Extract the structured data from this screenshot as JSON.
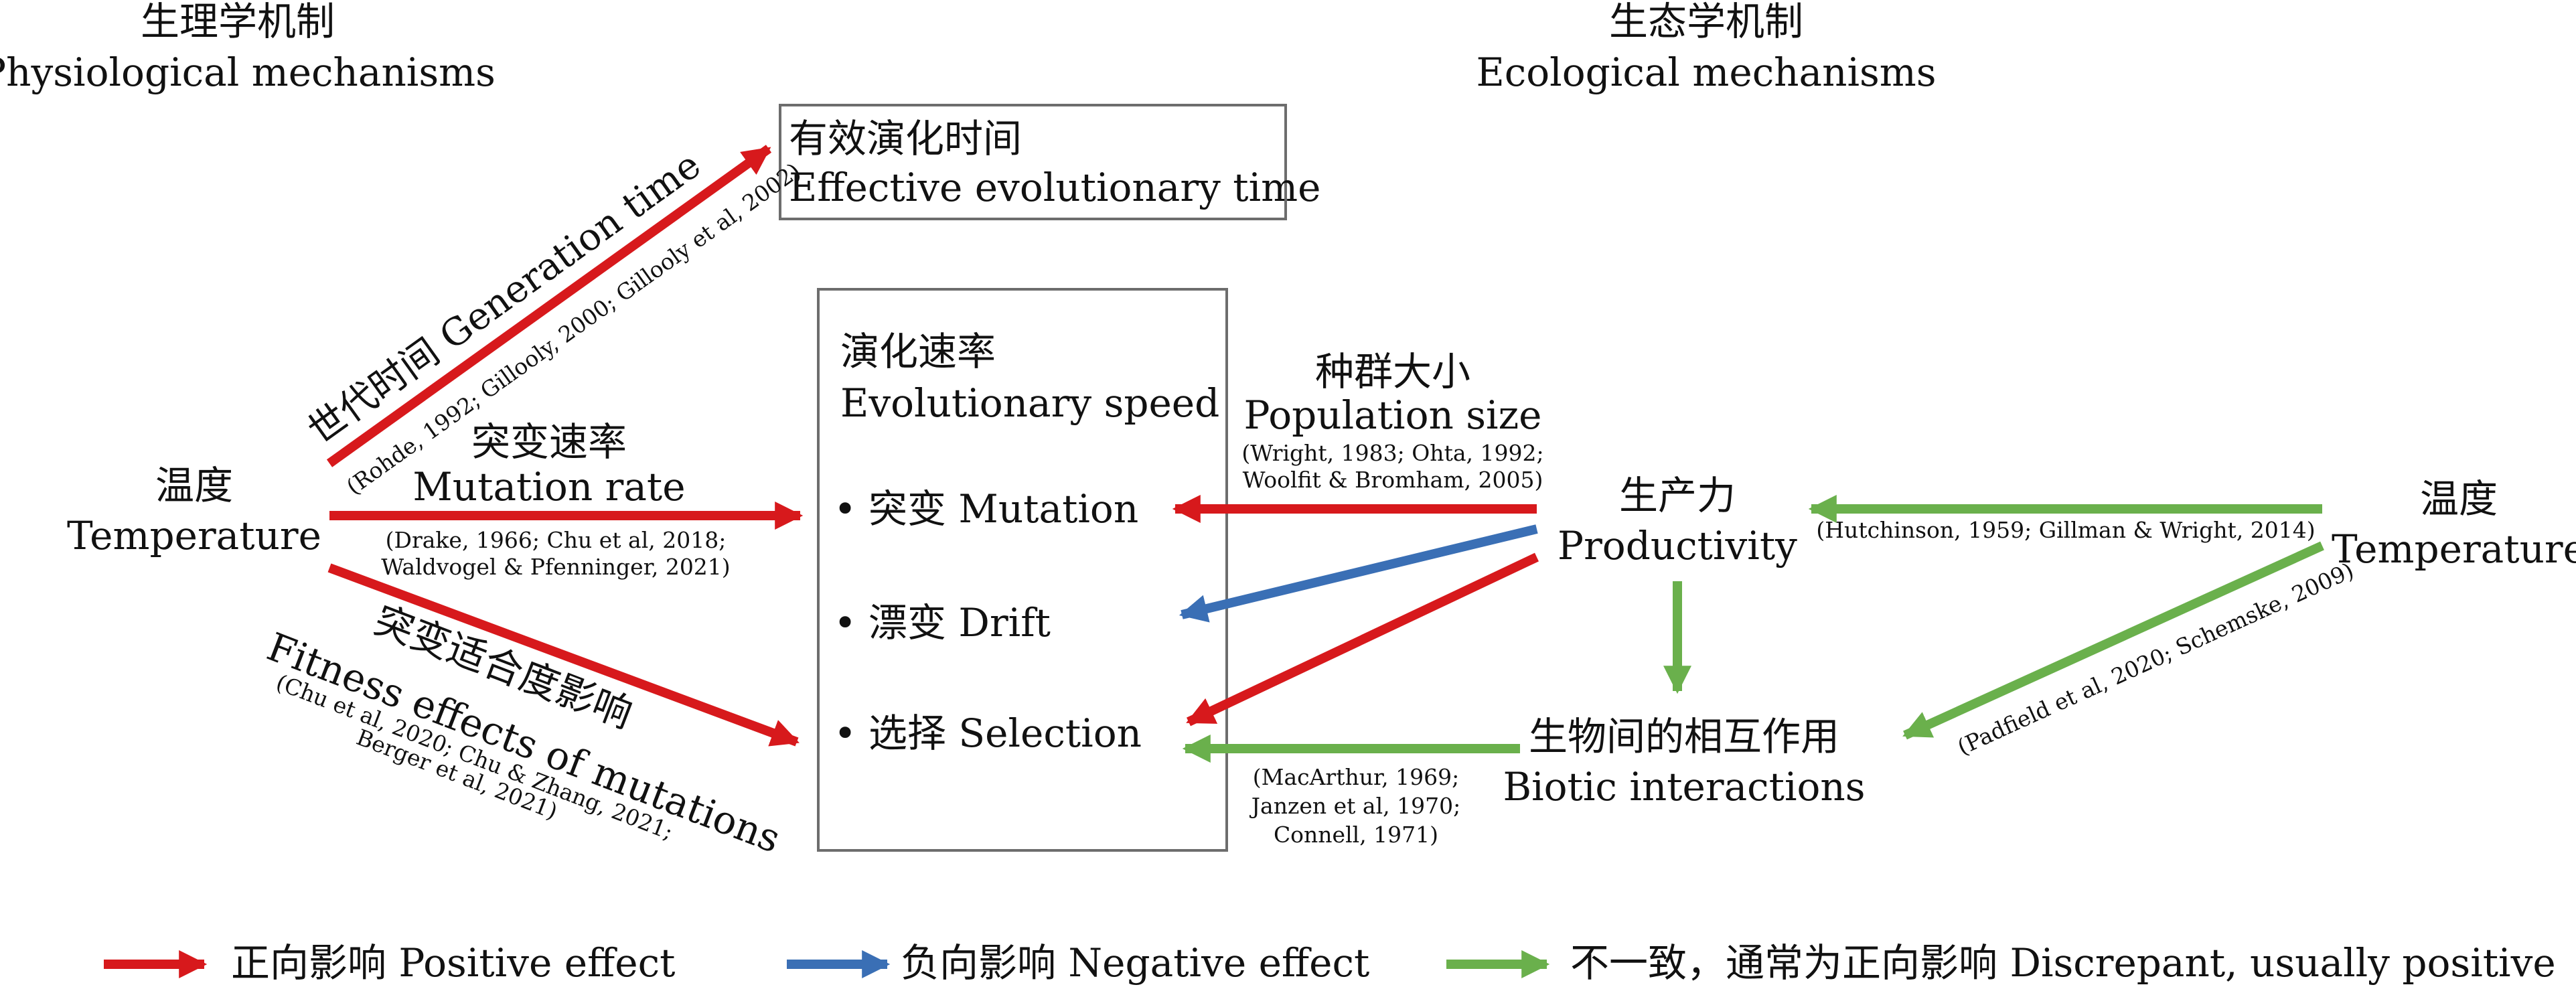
{
  "headers": {
    "physiological_zh": "生理学机制",
    "physiological_en": "Physiological mechanisms",
    "ecological_zh": "生态学机制",
    "ecological_en": "Ecological mechanisms"
  },
  "nodes": {
    "temp_left_zh": "温度",
    "temp_left_en": "Temperature",
    "temp_right_zh": "温度",
    "temp_right_en": "Temperature",
    "eff_time_zh": "有效演化时间",
    "eff_time_en": "Effective evolutionary time",
    "speed_zh": "演化速率",
    "speed_en": "Evolutionary speed",
    "bullet": "•",
    "mutation": "突变 Mutation",
    "drift": "漂变 Drift",
    "selection": "选择 Selection",
    "productivity_zh": "生产力",
    "productivity_en": "Productivity",
    "biotic_zh": "生物间的相互作用",
    "biotic_en": "Biotic interactions"
  },
  "edges": {
    "generation_label": "世代时间 Generation time",
    "generation_refs": "(Rohde, 1992; Gillooly, 2000; Gillooly et al, 2002)",
    "mutation_rate_zh": "突变速率",
    "mutation_rate_en": "Mutation rate",
    "mutation_refs_1": "(Drake, 1966; Chu et al, 2018;",
    "mutation_refs_2": "Waldvogel & Pfenninger, 2021)",
    "fitness_zh": "突变适合度影响",
    "fitness_en": "Fitness effects of mutations",
    "fitness_refs_1": "(Chu et al, 2020; Chu & Zhang, 2021;",
    "fitness_refs_2": "Berger et al, 2021)",
    "pop_zh": "种群大小",
    "pop_en": "Population size",
    "pop_refs_1": "(Wright, 1983; Ohta, 1992;",
    "pop_refs_2": "Woolfit & Bromham, 2005)",
    "hutch_refs": "(Hutchinson, 1959; Gillman & Wright, 2014)",
    "padfield_refs": "(Padfield et al, 2020; Schemske, 2009)",
    "biotic_refs_1": "(MacArthur, 1969;",
    "biotic_refs_2": "Janzen et al, 1970;",
    "biotic_refs_3": "Connell, 1971)"
  },
  "legend": {
    "positive": "正向影响 Positive effect",
    "negative": "负向影响 Negative effect",
    "discrepant": "不一致，通常为正向影响 Discrepant, usually positive"
  },
  "colors": {
    "positive": "#d7191c",
    "negative": "#3a6fb5",
    "discrepant": "#6ab04c"
  }
}
